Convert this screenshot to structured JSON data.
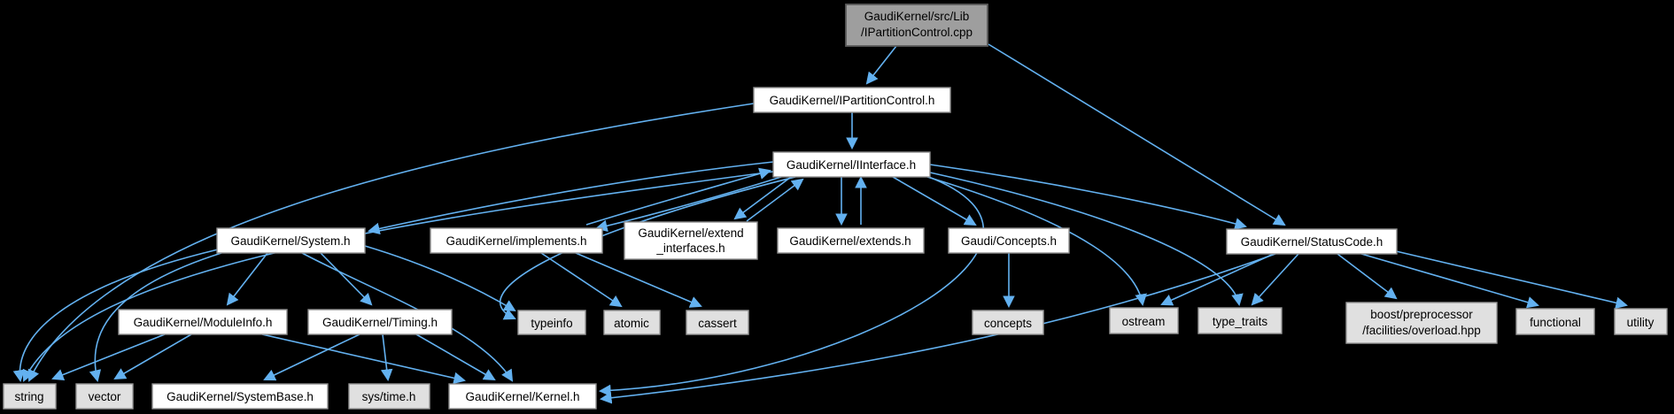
{
  "diagram": {
    "title": "Include dependency graph for GaudiKernel/src/Lib/IPartitionControl.cpp",
    "type": "doxygen-include-dependency-graph",
    "colors": {
      "background": "#000000",
      "edge": "#63b1f0",
      "internal_node_fill": "#ffffff",
      "external_node_fill": "#e0e0e0",
      "highlighted_node_fill": "#9e9e9e",
      "node_border": "#8f8f8f",
      "text": "#000000"
    }
  },
  "nodes": {
    "cpp": {
      "line1": "GaudiKernel/src/Lib",
      "line2": "/IPartitionControl.cpp"
    },
    "ipartitioncontrol": {
      "label": "GaudiKernel/IPartitionControl.h"
    },
    "iinterface": {
      "label": "GaudiKernel/IInterface.h"
    },
    "system": {
      "label": "GaudiKernel/System.h"
    },
    "implements": {
      "label": "GaudiKernel/implements.h"
    },
    "extend_interfaces": {
      "line1": "GaudiKernel/extend",
      "line2": "_interfaces.h"
    },
    "extends": {
      "label": "GaudiKernel/extends.h"
    },
    "concepts_h": {
      "label": "Gaudi/Concepts.h"
    },
    "statuscode": {
      "label": "GaudiKernel/StatusCode.h"
    },
    "moduleinfo": {
      "label": "GaudiKernel/ModuleInfo.h"
    },
    "timing": {
      "label": "GaudiKernel/Timing.h"
    },
    "typeinfo": {
      "label": "typeinfo"
    },
    "atomic": {
      "label": "atomic"
    },
    "cassert": {
      "label": "cassert"
    },
    "concepts_std": {
      "label": "concepts"
    },
    "ostream": {
      "label": "ostream"
    },
    "type_traits": {
      "label": "type_traits"
    },
    "boost_overload": {
      "line1": "boost/preprocessor",
      "line2": "/facilities/overload.hpp"
    },
    "functional": {
      "label": "functional"
    },
    "utility": {
      "label": "utility"
    },
    "string": {
      "label": "string"
    },
    "vector": {
      "label": "vector"
    },
    "systembase": {
      "label": "GaudiKernel/SystemBase.h"
    },
    "sys_time": {
      "label": "sys/time.h"
    },
    "kernel": {
      "label": "GaudiKernel/Kernel.h"
    }
  },
  "edges": [
    {
      "from": "cpp",
      "to": "ipartitioncontrol"
    },
    {
      "from": "cpp",
      "to": "statuscode"
    },
    {
      "from": "ipartitioncontrol",
      "to": "iinterface"
    },
    {
      "from": "ipartitioncontrol",
      "to": "string"
    },
    {
      "from": "iinterface",
      "to": "system"
    },
    {
      "from": "iinterface",
      "to": "implements"
    },
    {
      "from": "implements",
      "to": "iinterface"
    },
    {
      "from": "iinterface",
      "to": "extend_interfaces"
    },
    {
      "from": "extend_interfaces",
      "to": "iinterface"
    },
    {
      "from": "iinterface",
      "to": "extends"
    },
    {
      "from": "extends",
      "to": "iinterface"
    },
    {
      "from": "iinterface",
      "to": "concepts_h"
    },
    {
      "from": "iinterface",
      "to": "statuscode"
    },
    {
      "from": "iinterface",
      "to": "string"
    },
    {
      "from": "iinterface",
      "to": "typeinfo"
    },
    {
      "from": "iinterface",
      "to": "ostream"
    },
    {
      "from": "iinterface",
      "to": "type_traits"
    },
    {
      "from": "iinterface",
      "to": "kernel"
    },
    {
      "from": "system",
      "to": "moduleinfo"
    },
    {
      "from": "system",
      "to": "timing"
    },
    {
      "from": "system",
      "to": "string"
    },
    {
      "from": "system",
      "to": "vector"
    },
    {
      "from": "system",
      "to": "typeinfo"
    },
    {
      "from": "system",
      "to": "kernel"
    },
    {
      "from": "implements",
      "to": "atomic"
    },
    {
      "from": "implements",
      "to": "cassert"
    },
    {
      "from": "concepts_h",
      "to": "concepts_std"
    },
    {
      "from": "statuscode",
      "to": "ostream"
    },
    {
      "from": "statuscode",
      "to": "type_traits"
    },
    {
      "from": "statuscode",
      "to": "boost_overload"
    },
    {
      "from": "statuscode",
      "to": "functional"
    },
    {
      "from": "statuscode",
      "to": "utility"
    },
    {
      "from": "statuscode",
      "to": "kernel"
    },
    {
      "from": "moduleinfo",
      "to": "string"
    },
    {
      "from": "moduleinfo",
      "to": "vector"
    },
    {
      "from": "moduleinfo",
      "to": "kernel"
    },
    {
      "from": "timing",
      "to": "systembase"
    },
    {
      "from": "timing",
      "to": "sys_time"
    },
    {
      "from": "timing",
      "to": "kernel"
    }
  ]
}
